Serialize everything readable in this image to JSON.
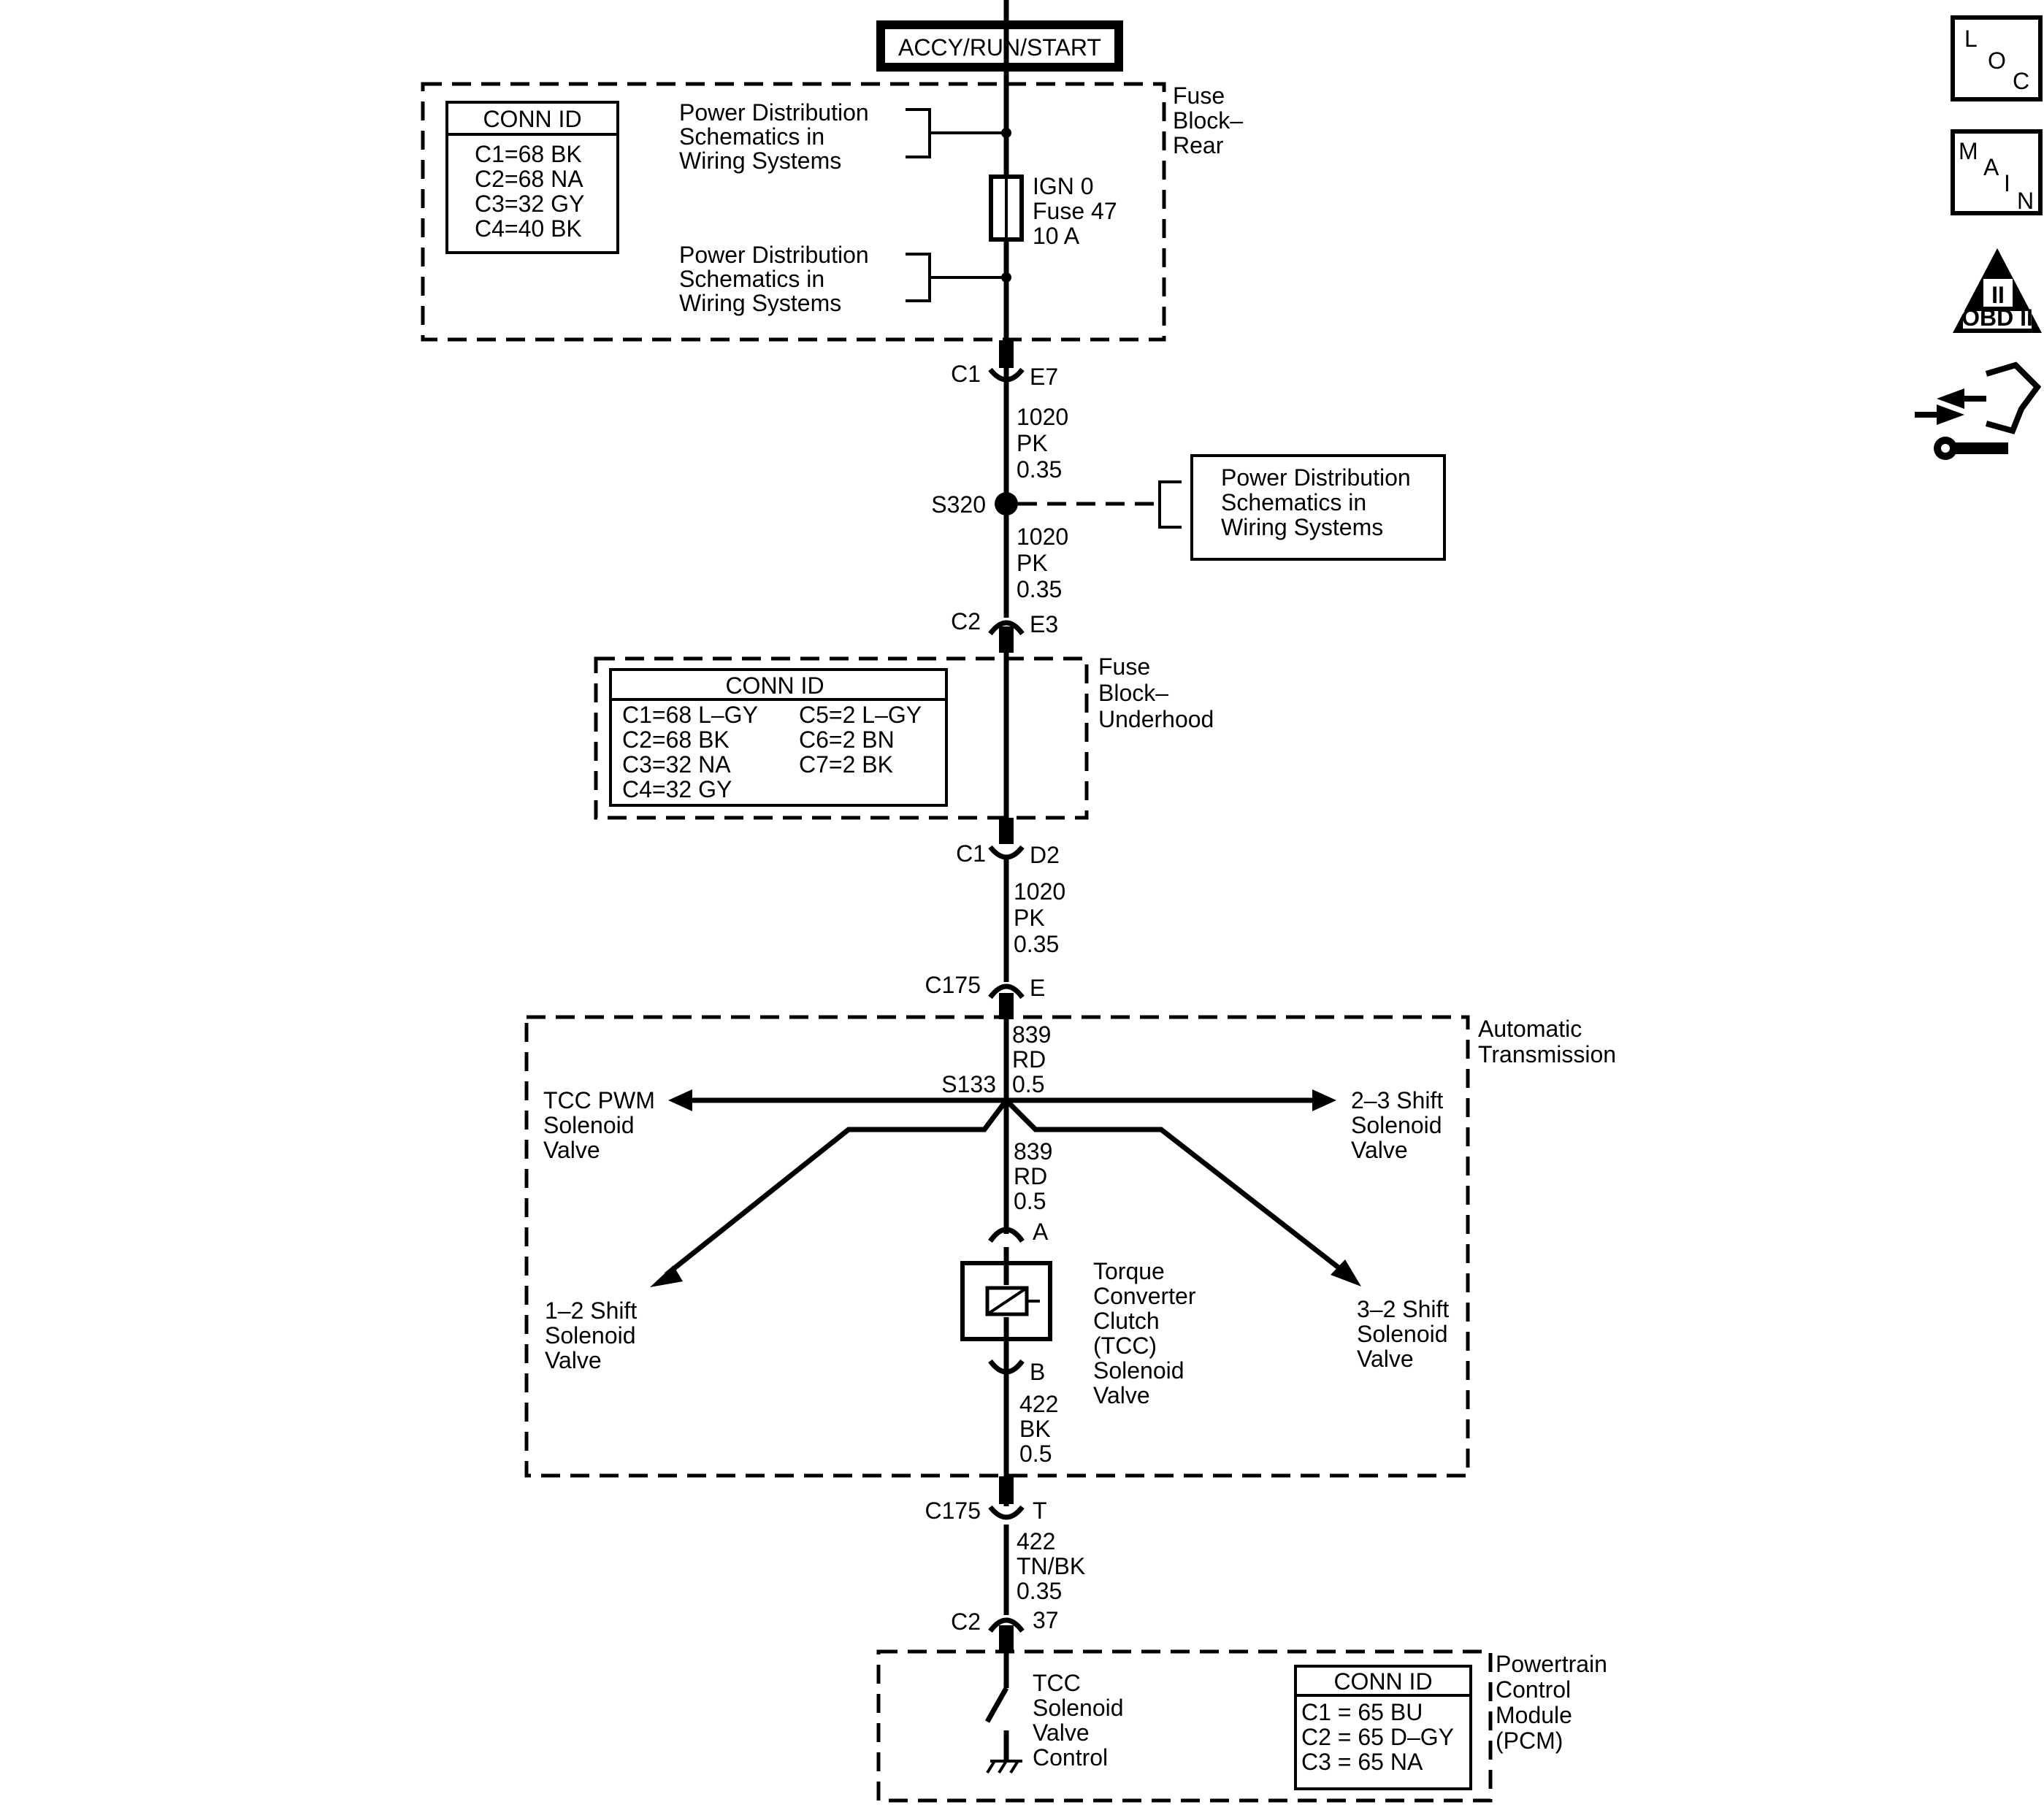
{
  "power_source": "ACCY/RUN/START",
  "fuse_block_rear": {
    "label": [
      "Fuse",
      "Block–",
      "Rear"
    ],
    "conn_id": {
      "title": "CONN ID",
      "rows": [
        "C1=68 BK",
        "C2=68 NA",
        "C3=32 GY",
        "C4=40 BK"
      ]
    },
    "power_dist_1": [
      "Power Distribution",
      "Schematics in",
      "Wiring Systems"
    ],
    "power_dist_2": [
      "Power Distribution",
      "Schematics in",
      "Wiring Systems"
    ],
    "fuse": [
      "IGN 0",
      "Fuse 47",
      "10 A"
    ]
  },
  "conn_c1_e7": {
    "left": "C1",
    "right": "E7"
  },
  "wire_1": [
    "1020",
    "PK",
    "0.35"
  ],
  "splice_s320": "S320",
  "power_dist_3": [
    "Power Distribution",
    "Schematics in",
    "Wiring Systems"
  ],
  "wire_2": [
    "1020",
    "PK",
    "0.35"
  ],
  "conn_c2_e3": {
    "left": "C2",
    "right": "E3"
  },
  "fuse_block_underhood": {
    "label": [
      "Fuse",
      "Block–",
      "Underhood"
    ],
    "conn_id": {
      "title": "CONN ID",
      "left": [
        "C1=68 L–GY",
        "C2=68 BK",
        "C3=32 NA",
        "C4=32 GY"
      ],
      "right": [
        "C5=2 L–GY",
        "C6=2 BN",
        "C7=2 BK"
      ]
    }
  },
  "conn_c1_d2": {
    "left": "C1",
    "right": "D2"
  },
  "wire_3": [
    "1020",
    "PK",
    "0.35"
  ],
  "conn_c175_e": {
    "left": "C175",
    "right": "E"
  },
  "automatic_transmission": {
    "label": [
      "Automatic",
      "Transmission"
    ],
    "wire_839_a": [
      "839",
      "RD",
      "0.5"
    ],
    "splice_s133": "S133",
    "tcc_pwm": [
      "TCC PWM",
      "Solenoid",
      "Valve"
    ],
    "shift_23": [
      "2–3 Shift",
      "Solenoid",
      "Valve"
    ],
    "shift_12": [
      "1–2 Shift",
      "Solenoid",
      "Valve"
    ],
    "shift_32": [
      "3–2 Shift",
      "Solenoid",
      "Valve"
    ],
    "wire_839_b": [
      "839",
      "RD",
      "0.5"
    ],
    "pin_a": "A",
    "tcc_solenoid": [
      "Torque",
      "Converter",
      "Clutch",
      "(TCC)",
      "Solenoid",
      "Valve"
    ],
    "pin_b": "B",
    "wire_422_a": [
      "422",
      "BK",
      "0.5"
    ]
  },
  "conn_c175_t": {
    "left": "C175",
    "right": "T"
  },
  "wire_4": [
    "422",
    "TN/BK",
    "0.35"
  ],
  "conn_c2_37": {
    "left": "C2",
    "right": "37"
  },
  "pcm": {
    "label": [
      "Powertrain",
      "Control",
      "Module",
      "(PCM)"
    ],
    "control": [
      "TCC",
      "Solenoid",
      "Valve",
      "Control"
    ],
    "conn_id": {
      "title": "CONN ID",
      "rows": [
        "C1 = 65 BU",
        "C2 = 65 D–GY",
        "C3 = 65 NA"
      ]
    }
  },
  "icons": {
    "loc": {
      "a": "L",
      "b": "O",
      "c": "C"
    },
    "main": {
      "a": "M",
      "b": "A",
      "c": "I",
      "d": "N"
    },
    "obd": {
      "roman": "II",
      "label": "OBD II"
    }
  }
}
